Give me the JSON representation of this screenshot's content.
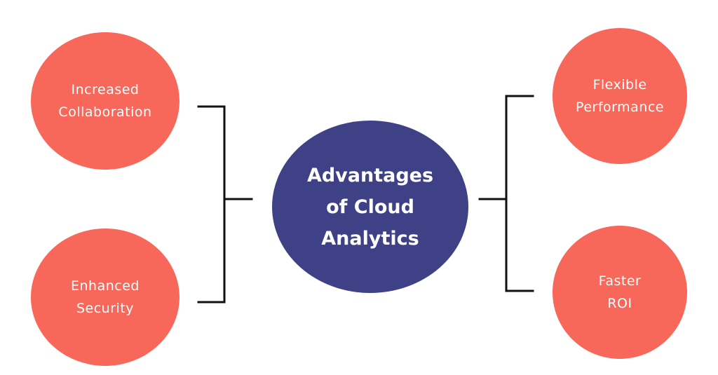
{
  "center": {
    "lines": [
      "Advantages",
      "of Cloud",
      "Analytics"
    ]
  },
  "left": [
    {
      "lines": [
        "Increased",
        "Collaboration"
      ]
    },
    {
      "lines": [
        "Enhanced",
        "Security"
      ]
    }
  ],
  "right": [
    {
      "lines": [
        "Flexible",
        "Performance"
      ]
    },
    {
      "lines": [
        "Faster",
        "ROI"
      ]
    }
  ],
  "colors": {
    "benefit_fill": "#f8685a",
    "center_fill": "#3f4186",
    "connector": "#111111",
    "text": "#ffffff",
    "background": "#ffffff"
  }
}
